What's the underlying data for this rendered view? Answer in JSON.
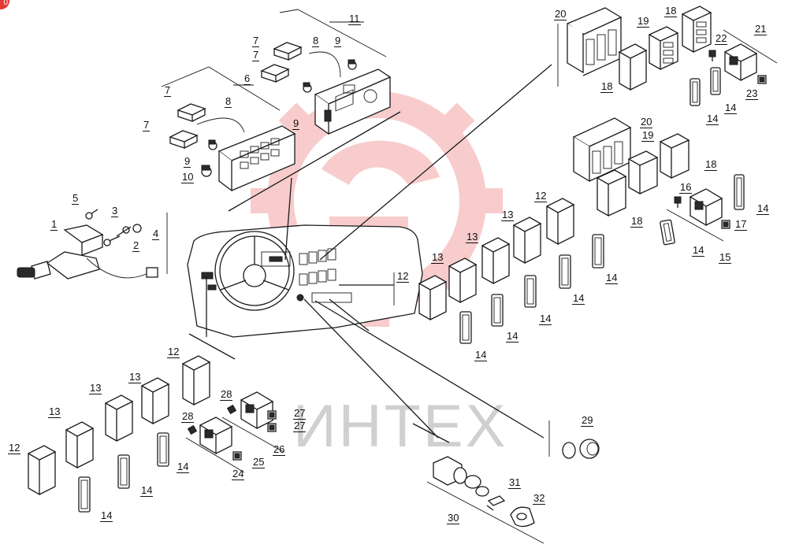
{
  "watermark": {
    "text": "ИНТЕХ",
    "color": "#f2a0a0"
  },
  "badge": {
    "text": "0",
    "color": "#e53935"
  },
  "callouts": [
    {
      "id": "c11",
      "text": "11"
    },
    {
      "id": "c7a",
      "text": "7"
    },
    {
      "id": "c7b",
      "text": "7"
    },
    {
      "id": "c8a",
      "text": "8"
    },
    {
      "id": "c9a",
      "text": "9"
    },
    {
      "id": "c6",
      "text": "6"
    },
    {
      "id": "c7c",
      "text": "7"
    },
    {
      "id": "c8b",
      "text": "8"
    },
    {
      "id": "c9b",
      "text": "9"
    },
    {
      "id": "c7d",
      "text": "7"
    },
    {
      "id": "c9c",
      "text": "9"
    },
    {
      "id": "c10",
      "text": "10"
    },
    {
      "id": "c5",
      "text": "5"
    },
    {
      "id": "c3",
      "text": "3"
    },
    {
      "id": "c4",
      "text": "4"
    },
    {
      "id": "c1",
      "text": "1"
    },
    {
      "id": "c2",
      "text": "2"
    },
    {
      "id": "c20a",
      "text": "20"
    },
    {
      "id": "c18a",
      "text": "18"
    },
    {
      "id": "c19a",
      "text": "19"
    },
    {
      "id": "c22",
      "text": "22"
    },
    {
      "id": "c21",
      "text": "21"
    },
    {
      "id": "c18b",
      "text": "18"
    },
    {
      "id": "c14a",
      "text": "14"
    },
    {
      "id": "c14b",
      "text": "14"
    },
    {
      "id": "c23",
      "text": "23"
    },
    {
      "id": "c20b",
      "text": "20"
    },
    {
      "id": "c19b",
      "text": "19"
    },
    {
      "id": "c18c",
      "text": "18"
    },
    {
      "id": "c18d",
      "text": "18"
    },
    {
      "id": "c16",
      "text": "16"
    },
    {
      "id": "c14c",
      "text": "14"
    },
    {
      "id": "c17",
      "text": "17"
    },
    {
      "id": "c14d",
      "text": "14"
    },
    {
      "id": "c15",
      "text": "15"
    },
    {
      "id": "c12a",
      "text": "12"
    },
    {
      "id": "c13a",
      "text": "13"
    },
    {
      "id": "c13b",
      "text": "13"
    },
    {
      "id": "c13c",
      "text": "13"
    },
    {
      "id": "c12b",
      "text": "12"
    },
    {
      "id": "c14e",
      "text": "14"
    },
    {
      "id": "c14f",
      "text": "14"
    },
    {
      "id": "c14g",
      "text": "14"
    },
    {
      "id": "c14h",
      "text": "14"
    },
    {
      "id": "c14i",
      "text": "14"
    },
    {
      "id": "c12c",
      "text": "12"
    },
    {
      "id": "c13d",
      "text": "13"
    },
    {
      "id": "c13e",
      "text": "13"
    },
    {
      "id": "c13f",
      "text": "13"
    },
    {
      "id": "c12d",
      "text": "12"
    },
    {
      "id": "c14j",
      "text": "14"
    },
    {
      "id": "c14k",
      "text": "14"
    },
    {
      "id": "c14l",
      "text": "14"
    },
    {
      "id": "c28a",
      "text": "28"
    },
    {
      "id": "c28b",
      "text": "28"
    },
    {
      "id": "c27a",
      "text": "27"
    },
    {
      "id": "c27b",
      "text": "27"
    },
    {
      "id": "c26",
      "text": "26"
    },
    {
      "id": "c24",
      "text": "24"
    },
    {
      "id": "c25",
      "text": "25"
    },
    {
      "id": "c29",
      "text": "29"
    },
    {
      "id": "c31",
      "text": "31"
    },
    {
      "id": "c32",
      "text": "32"
    },
    {
      "id": "c30",
      "text": "30"
    }
  ]
}
